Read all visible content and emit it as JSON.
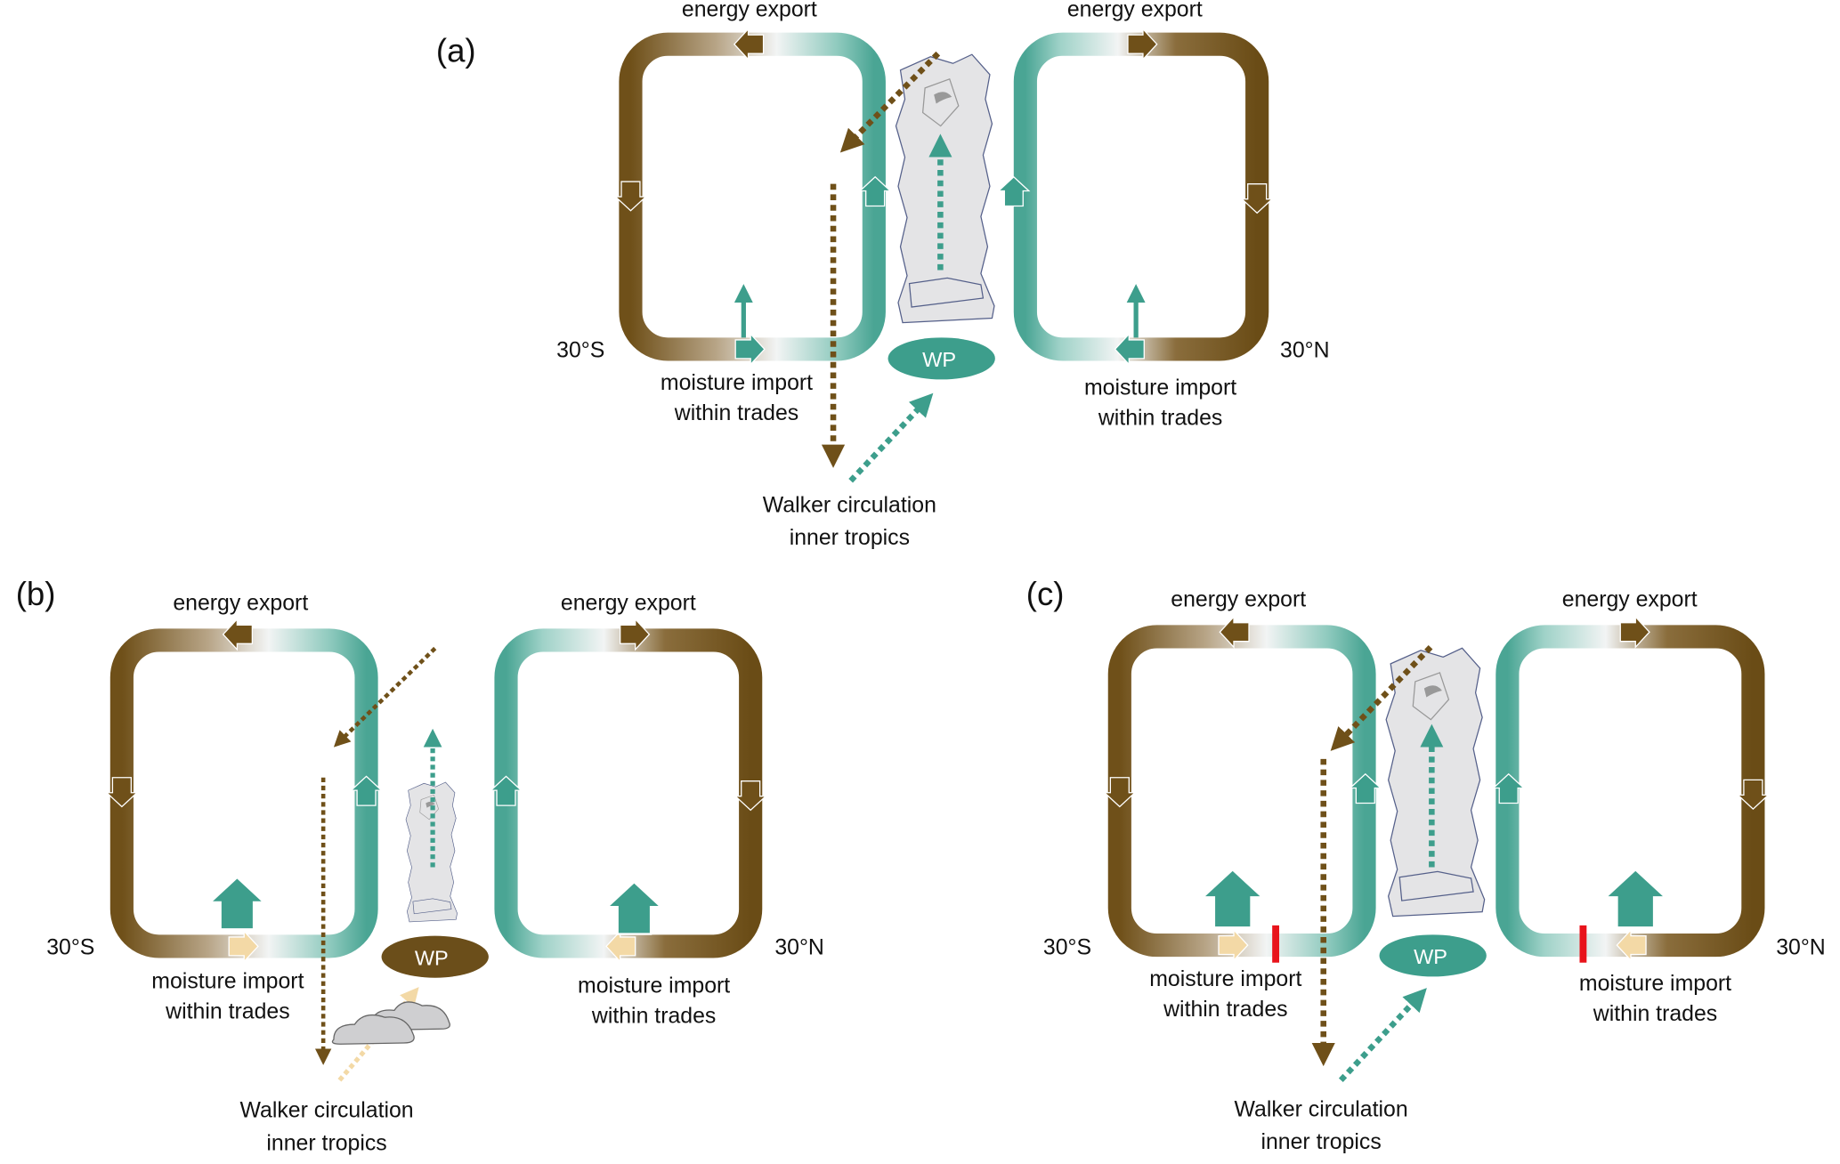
{
  "colors": {
    "brown": "#6f5019",
    "teal": "#3d9e8c",
    "tan": "#f3d9a6",
    "red": "#e8131b",
    "mountain": "#e4e4e6"
  },
  "panels": [
    {
      "label": "(a)",
      "energy_left": "energy export",
      "energy_right": "energy export",
      "lat_south": "30°S",
      "lat_north": "30°N",
      "moisture_left": [
        "moisture import",
        "within trades"
      ],
      "moisture_right": [
        "moisture import",
        "within trades"
      ],
      "wp": "WP",
      "wp_color": "teal",
      "walker": [
        "Walker circulation",
        "inner tropics"
      ]
    },
    {
      "label": "(b)",
      "energy_left": "energy export",
      "energy_right": "energy export",
      "lat_south": "30°S",
      "lat_north": "30°N",
      "moisture_left": [
        "moisture import",
        "within trades"
      ],
      "moisture_right": [
        "moisture import",
        "within trades"
      ],
      "wp": "WP",
      "wp_color": "brown",
      "walker": [
        "Walker circulation",
        "inner tropics"
      ]
    },
    {
      "label": "(c)",
      "energy_left": "energy export",
      "energy_right": "energy export",
      "lat_south": "30°S",
      "lat_north": "30°N",
      "moisture_left": [
        "moisture import",
        "within trades"
      ],
      "moisture_right": [
        "moisture import",
        "within trades"
      ],
      "wp": "WP",
      "wp_color": "teal",
      "walker": [
        "Walker circulation",
        "inner tropics"
      ]
    }
  ]
}
